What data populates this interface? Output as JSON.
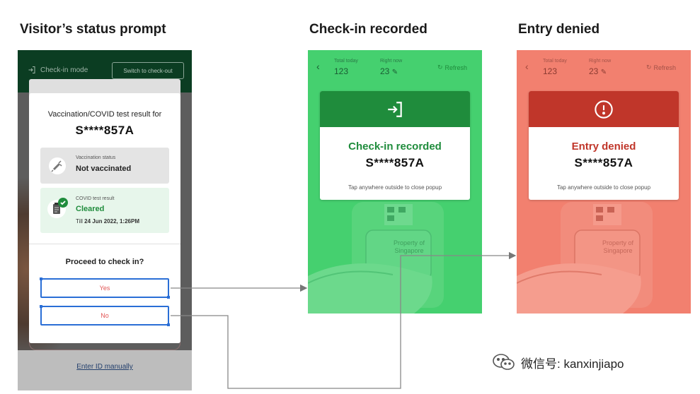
{
  "titles": {
    "prompt": "Visitor’s status prompt",
    "recorded": "Check-in recorded",
    "denied": "Entry denied"
  },
  "prompt_screen": {
    "mode_label": "Check-in mode",
    "switch_button": "Switch to check-out",
    "dialog": {
      "label": "Vaccination/COVID test result for",
      "masked_id": "S****857A",
      "vaccination": {
        "caption": "Vaccination status",
        "value": "Not vaccinated"
      },
      "covid_test": {
        "caption": "COVID test result",
        "value": "Cleared",
        "till_prefix": "Till ",
        "till_value": "24 Jun 2022, 1:26PM"
      },
      "question": "Proceed to check in?",
      "yes": "Yes",
      "no": "No"
    },
    "enter_manually": "Enter ID manually"
  },
  "recorded_screen": {
    "total_label": "Total today",
    "total_value": "123",
    "now_label": "Right now",
    "now_value": "23",
    "refresh": "Refresh",
    "status": "Check-in recorded",
    "masked_id": "S****857A",
    "hint": "Tap anywhere outside to close popup",
    "device_text": "Property of Singapore"
  },
  "denied_screen": {
    "total_label": "Total today",
    "total_value": "123",
    "now_label": "Right now",
    "now_value": "23",
    "refresh": "Refresh",
    "status": "Entry denied",
    "masked_id": "S****857A",
    "hint": "Tap anywhere outside to close popup",
    "device_text": "Property of Singapore"
  },
  "watermark": "微信号: kanxinjiapo",
  "colors": {
    "success_green": "#1f8c3c",
    "success_bg": "#45d06f",
    "danger_red": "#c0362a",
    "danger_bg": "#f2806f",
    "highlight_blue": "#2a6ed6",
    "dark_green": "#0b3d22"
  },
  "icons": [
    "check-in-icon",
    "syringe-icon",
    "clipboard-check-icon",
    "alert-circle-icon",
    "refresh-icon",
    "pencil-icon",
    "back-chevron-icon",
    "wechat-icon"
  ]
}
